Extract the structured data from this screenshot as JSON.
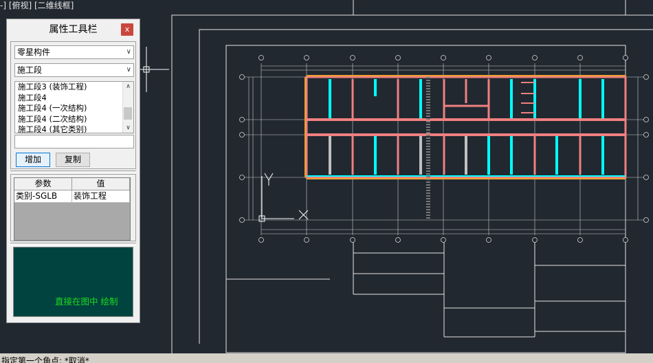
{
  "viewport": {
    "label": "-] [俯视] [二维线框]",
    "background": "#212830"
  },
  "command_line": {
    "prompt": "指定第一个角点: *取消*"
  },
  "toolbar_panel": {
    "title": "属性工具栏",
    "close_label": "x",
    "component_select": {
      "value": "零星构件"
    },
    "section_select": {
      "value": "施工段"
    },
    "list_items": [
      "施工段3 (装饰工程)",
      "施工段4",
      "施工段4 (一次结构)",
      "施工段4 (二次结构)",
      "施工段4 (其它类别)"
    ],
    "name_input": {
      "value": ""
    },
    "add_button": "增加",
    "copy_button": "复制",
    "param_table": {
      "headers": [
        "参数",
        "值"
      ],
      "rows": [
        [
          "类别-SGLB",
          "装饰工程"
        ]
      ]
    },
    "preview_text": "直接在图中 绘制"
  },
  "colors": {
    "wall_cyan": "#00ffff",
    "wall_pink": "#f08080",
    "wall_orange": "#f0a030",
    "preview_bg": "#01433f",
    "preview_text": "#1edc1e"
  }
}
